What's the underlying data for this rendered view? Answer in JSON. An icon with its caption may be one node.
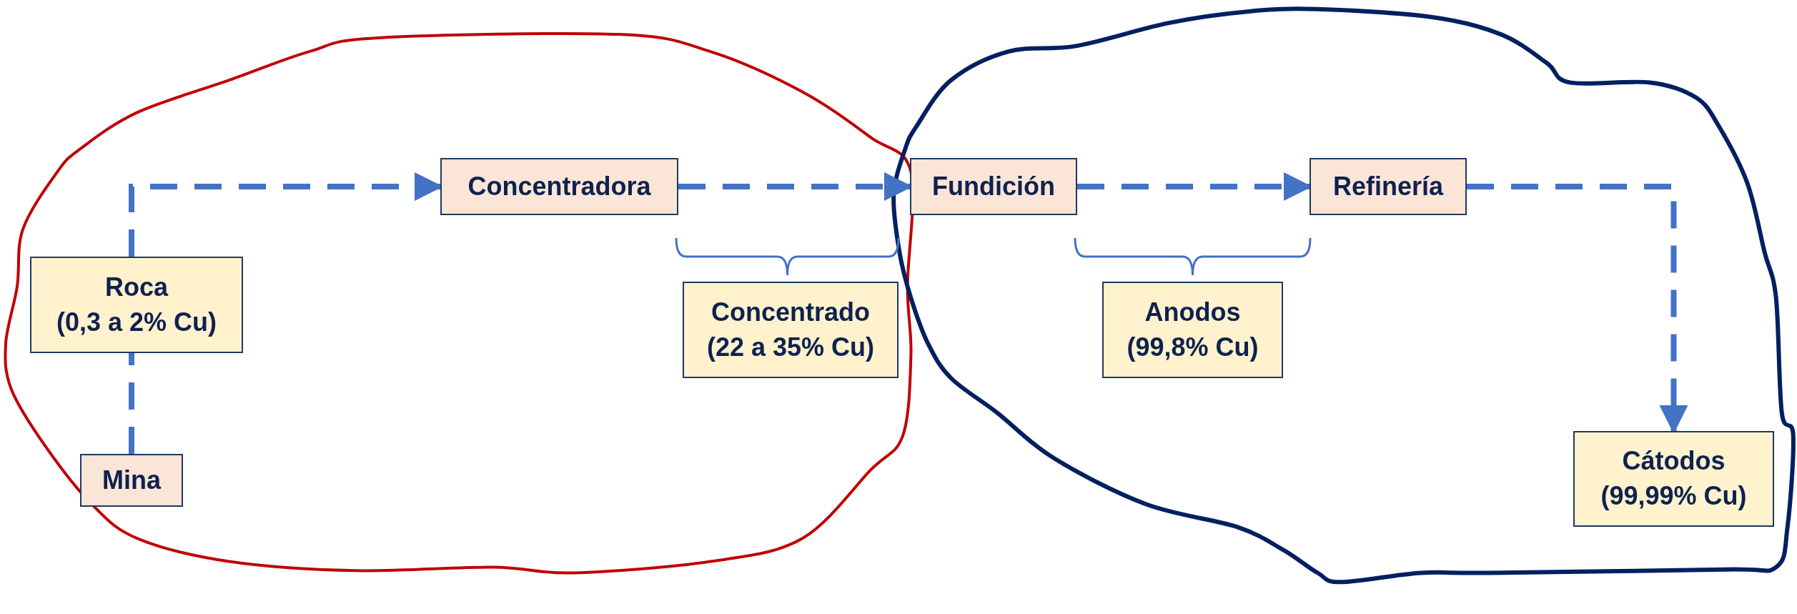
{
  "diagram": {
    "nodes": [
      {
        "text": [
          "Concentradora"
        ]
      },
      {
        "text": [
          "Fundición"
        ]
      },
      {
        "text": [
          "Refinería"
        ]
      },
      {
        "text": [
          "Roca",
          "(0,3 a 2% Cu)"
        ]
      },
      {
        "text": [
          "Concentrado",
          "(22 a 35% Cu)"
        ]
      },
      {
        "text": [
          "Anodos",
          "(99,8% Cu)"
        ]
      },
      {
        "text": [
          "Cátodos",
          "(99,99% Cu)"
        ]
      },
      {
        "text": [
          "Mina"
        ]
      }
    ],
    "edges": [
      {
        "from": 7,
        "to": 3,
        "arrow": "none",
        "style": "dashed"
      },
      {
        "from": 3,
        "to": 0,
        "arrow": "to",
        "style": "dashed"
      },
      {
        "from": 0,
        "to": 1,
        "arrow": "to",
        "style": "dashed"
      },
      {
        "from": 1,
        "to": 2,
        "arrow": "to",
        "style": "dashed"
      },
      {
        "from": 2,
        "to": 6,
        "arrow": "to",
        "style": "dashed"
      }
    ]
  }
}
